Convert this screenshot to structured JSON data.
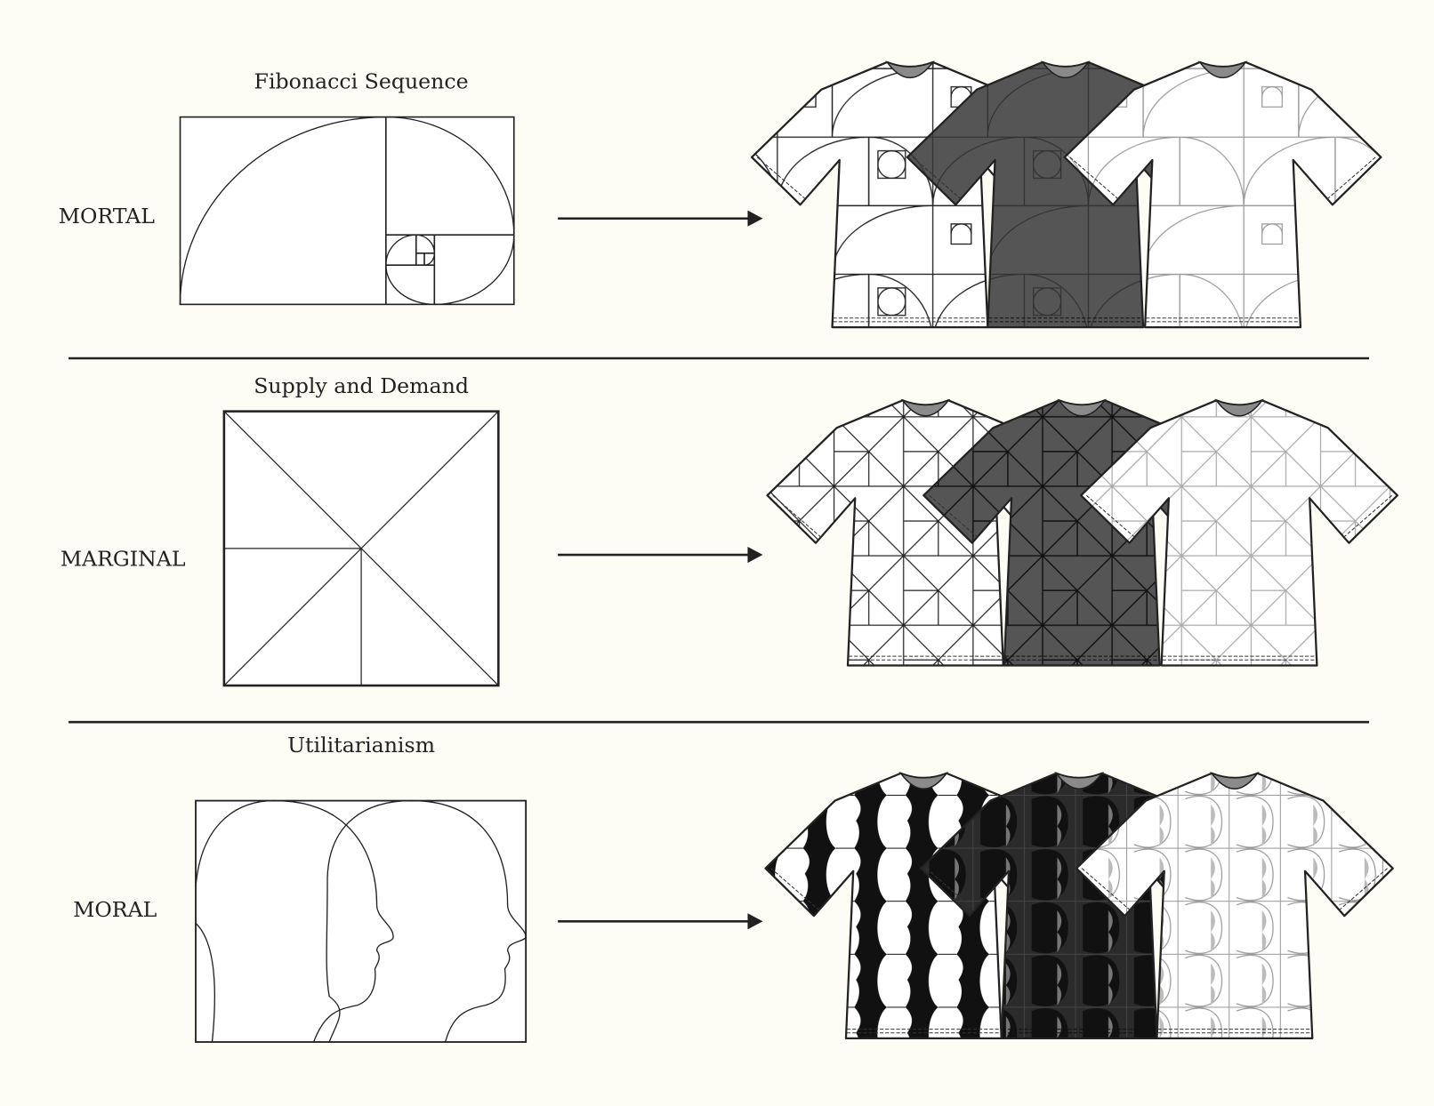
{
  "rows": [
    {
      "label": "MORTAL",
      "title": "Fibonacci Sequence",
      "pattern": "fibonacci"
    },
    {
      "label": "MARGINAL",
      "title": "Supply and Demand",
      "pattern": "grid"
    },
    {
      "label": "MORAL",
      "title": "Utilitarianism",
      "pattern": "heads"
    }
  ],
  "colors": {
    "background": "#fdfdf5",
    "ink": "#222222",
    "shirt_white": "#ffffff",
    "shirt_gray": "#555555",
    "shirt_dark": "#2b2b2b",
    "line_gray": "#999999"
  }
}
